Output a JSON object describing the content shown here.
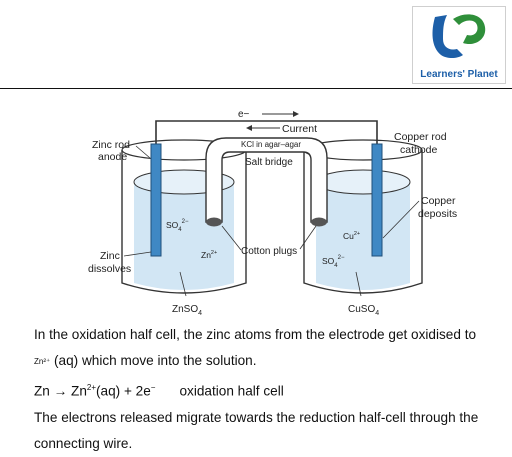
{
  "logo": {
    "mark": "LP",
    "name": "Learners' Planet"
  },
  "diagram": {
    "electron": "e−",
    "current": "Current",
    "kcl": "KCl in agar–agar",
    "salt_bridge": "Salt bridge",
    "zinc_rod": "Zinc rod",
    "anode": "anode",
    "copper_rod": "Copper rod",
    "cathode": "cathode",
    "copper": "Copper",
    "deposits": "deposits",
    "zinc": "Zinc",
    "dissolves": "dissolves",
    "so4": "SO",
    "so4_sub": "4",
    "so4_sup": "2−",
    "zn_ion": "Zn",
    "zn_charge": "2+",
    "cu_ion": "Cu",
    "cu_charge": "2+",
    "cotton_plugs": "Cotton plugs",
    "znso4": "ZnSO",
    "znso4_sub": "4",
    "cuso4": "CuSO",
    "cuso4_sub": "4"
  },
  "text": {
    "line1": "In the oxidation half cell, the zinc atoms from the electrode get oxidised to",
    "line2_ion": "Zn²⁺",
    "line2_rest": "(aq) which move into the solution.",
    "eq_lhs": "Zn → Zn",
    "eq_charge": "2+",
    "eq_mid": "(aq) +  2e",
    "eq_electron_charge": "−",
    "eq_label": "oxidation half  cell",
    "line4": "The electrons released migrate towards the reduction half-cell through the",
    "line5": "connecting wire."
  },
  "colors": {
    "solution": "#cfe4f3",
    "electrode": "#3f88c4",
    "logo_blue": "#1d5fa8",
    "logo_green": "#2f8f3a"
  }
}
